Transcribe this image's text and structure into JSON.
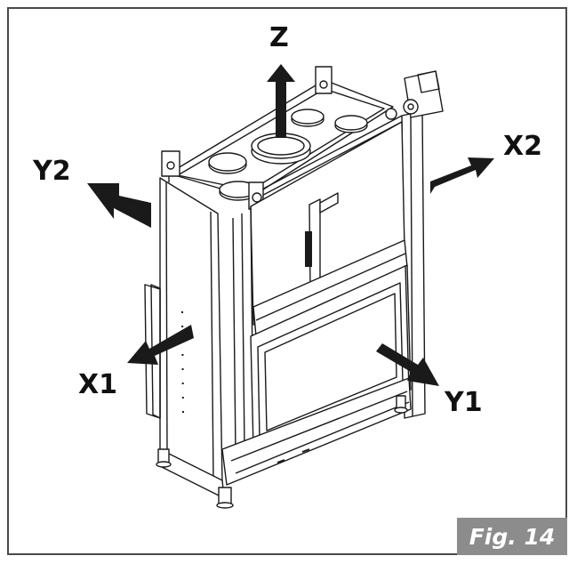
{
  "figure": {
    "axis_labels": {
      "z": "Z",
      "x2": "X2",
      "y2": "Y2",
      "x1": "X1",
      "y1": "Y1"
    },
    "caption": "Fig. 14"
  },
  "colors": {
    "line": "#1a1a1a",
    "arrow": "#1a1a1a",
    "badge": "#8c8c8c",
    "frame": "#4a4a4a"
  }
}
